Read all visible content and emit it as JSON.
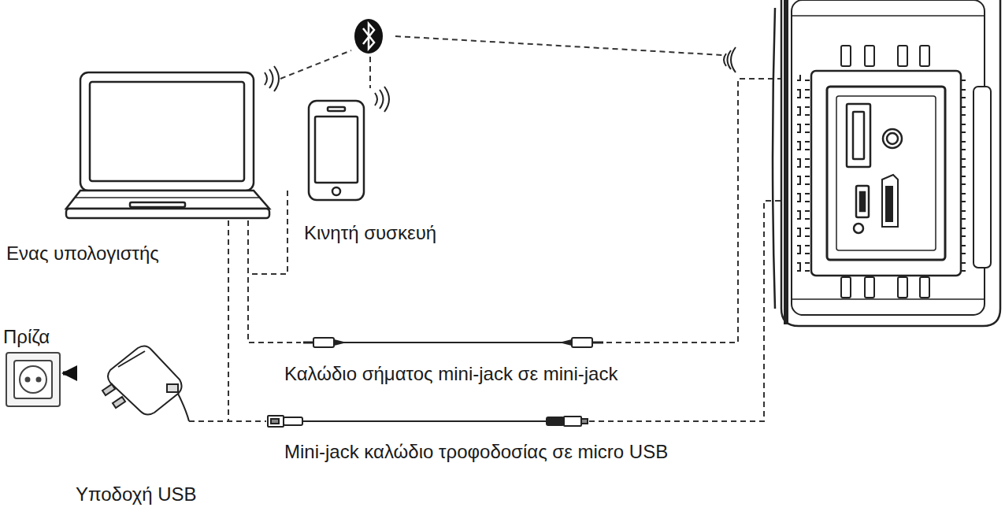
{
  "diagram": {
    "nodes": [
      {
        "text": [
          "Ενας υπολογιστής"
        ]
      },
      {
        "text": [
          "Κινητή συσκευή"
        ]
      },
      {
        "text": [
          "Πρίζα"
        ]
      },
      {
        "text": [
          "Υποδοχή USB"
        ]
      }
    ],
    "edges": [
      {
        "from": 3,
        "to": 2,
        "arrow": "to"
      }
    ],
    "labels": [
      "Καλώδιο σήματος mini-jack σε mini-jack",
      "Mini-jack καλώδιο τροφοδοσίας σε micro USB"
    ]
  }
}
